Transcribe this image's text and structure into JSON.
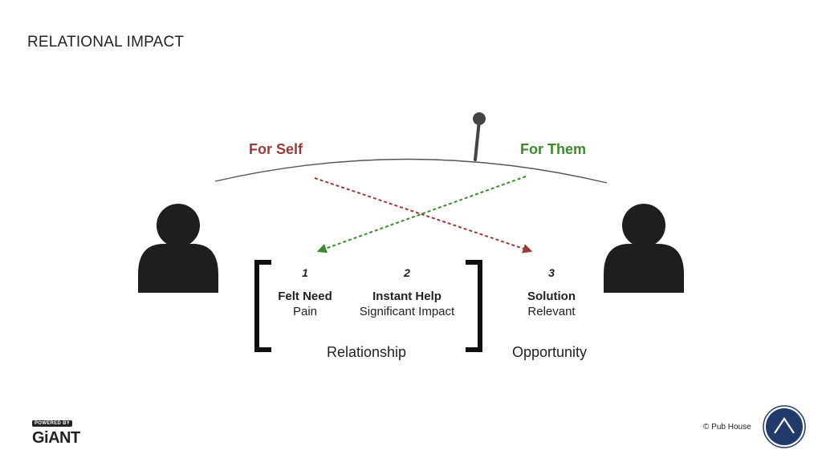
{
  "title": "RELATIONAL IMPACT",
  "labels": {
    "for_self": "For Self",
    "for_them": "For Them"
  },
  "steps": [
    {
      "num": "1",
      "head": "Felt Need",
      "sub": "Pain"
    },
    {
      "num": "2",
      "head": "Instant Help",
      "sub": "Significant Impact"
    },
    {
      "num": "3",
      "head": "Solution",
      "sub": "Relevant"
    }
  ],
  "groups": {
    "relationship": "Relationship",
    "opportunity": "Opportunity"
  },
  "footer": {
    "powered_by": "POWERED BY",
    "brand": "GiANT",
    "copyright": "© Pub House"
  },
  "colors": {
    "for_self": "#9b3a3a",
    "for_them": "#3c8a2e",
    "person": "#1e1e1e",
    "emblem": "#1f3a6b"
  }
}
